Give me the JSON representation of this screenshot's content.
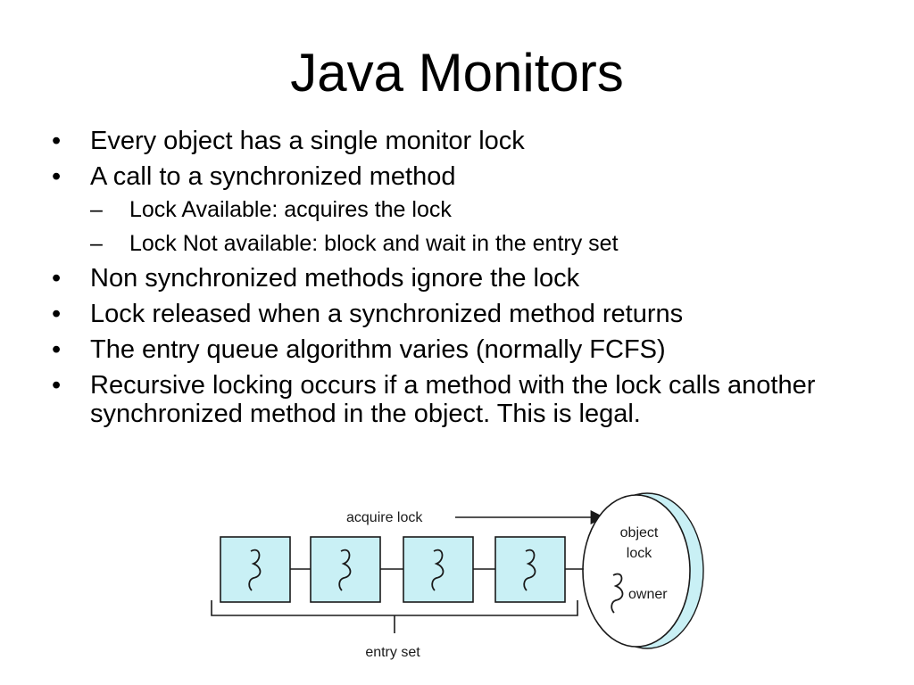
{
  "slide": {
    "title": "Java Monitors",
    "bullets": [
      {
        "text": "Every object has a single monitor lock",
        "subitems": []
      },
      {
        "text": "A call to a synchronized method",
        "subitems": [
          "Lock Available: acquires the lock",
          "Lock Not available: block and wait in the entry set"
        ]
      },
      {
        "text": "Non synchronized methods ignore the lock",
        "subitems": []
      },
      {
        "text": "Lock released when a synchronized method returns",
        "subitems": []
      },
      {
        "text": "The entry queue algorithm varies (normally FCFS)",
        "subitems": []
      },
      {
        "text": "Recursive locking occurs if a method with the lock calls another synchronized method in the object. This is legal.",
        "subitems": []
      }
    ],
    "bullet_symbol": "•",
    "sub_bullet_symbol": "–"
  },
  "diagram": {
    "acquire_label": "acquire lock",
    "entry_set_label": "entry set",
    "object_label_line1": "object",
    "object_label_line2": "lock",
    "owner_label": "owner",
    "thread_count": 4,
    "colors": {
      "box_fill": "#c9f0f5",
      "lock_fill": "#c9f0f5",
      "line": "#1a1a1a"
    }
  }
}
